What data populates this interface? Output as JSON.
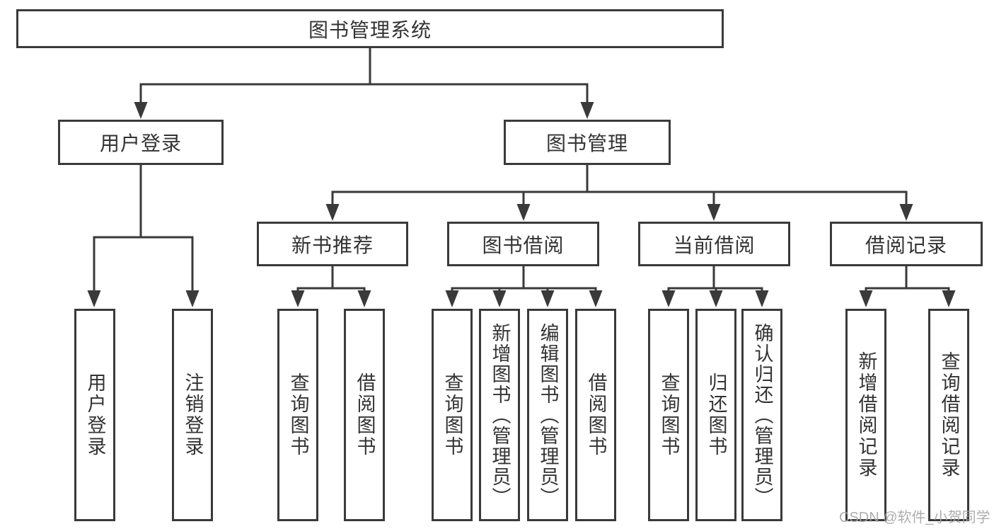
{
  "diagram": {
    "type": "hierarchy-tree",
    "root": {
      "label": "图书管理系统"
    },
    "branches": [
      {
        "label": "用户登录",
        "children": [
          {
            "label": "用户登录"
          },
          {
            "label": "注销登录"
          }
        ]
      },
      {
        "label": "图书管理",
        "children": [
          {
            "label": "新书推荐",
            "children": [
              {
                "label": "查询图书"
              },
              {
                "label": "借阅图书"
              }
            ]
          },
          {
            "label": "图书借阅",
            "children": [
              {
                "label": "查询图书"
              },
              {
                "label": "新增图书（管理员）"
              },
              {
                "label": "编辑图书（管理员）"
              },
              {
                "label": "借阅图书"
              }
            ]
          },
          {
            "label": "当前借阅",
            "children": [
              {
                "label": "查询图书"
              },
              {
                "label": "归还图书"
              },
              {
                "label": "确认归还（管理员）"
              }
            ]
          },
          {
            "label": "借阅记录",
            "children": [
              {
                "label": "新增借阅记录"
              },
              {
                "label": "查询借阅记录"
              }
            ]
          }
        ]
      }
    ],
    "colors": {
      "line": "#3a3a3a",
      "text": "#333333",
      "background": "#ffffff",
      "watermark": "#a5a5a5"
    }
  },
  "watermark": {
    "text": "CSDN @软件_小贺同学"
  }
}
